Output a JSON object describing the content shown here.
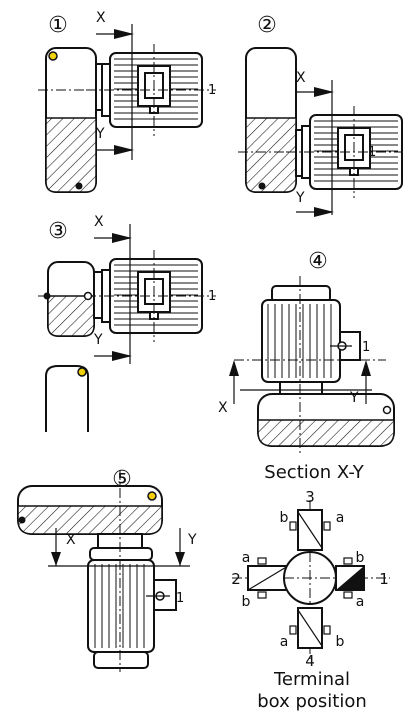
{
  "diagram": {
    "variant_labels": [
      "①",
      "②",
      "③",
      "④",
      "⑤"
    ],
    "section_x": "X",
    "section_y": "Y",
    "terminal_box_number": "1",
    "section_caption": "Section X-Y",
    "terminal_caption_line1": "Terminal",
    "terminal_caption_line2": "box position",
    "terminal_positions": [
      "1",
      "2",
      "3",
      "4"
    ],
    "cable_entry": [
      "a",
      "b"
    ]
  },
  "colors": {
    "line": "#111111",
    "highlight_marker": "#f2d20a",
    "background": "#ffffff"
  }
}
